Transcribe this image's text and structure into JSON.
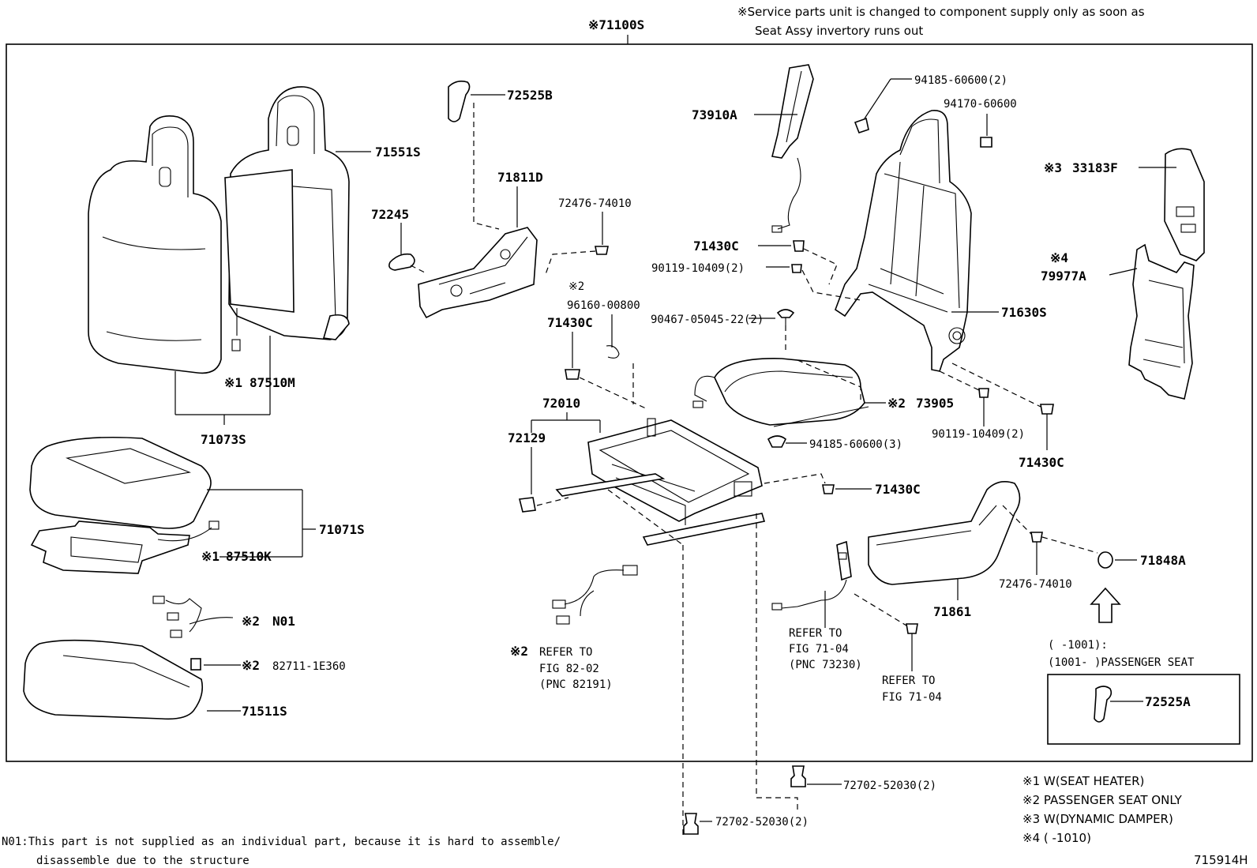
{
  "service_note": {
    "line1": "※Service parts unit is changed to component supply only as soon as",
    "line2": "Seat Assy invertory runs out"
  },
  "assembly_label": "※71100S",
  "parts": {
    "p72525B": "72525B",
    "p71551S": "71551S",
    "p71811D": "71811D",
    "p72476_74010_top": "72476-74010",
    "p72245": "72245",
    "p73910A": "73910A",
    "p94185_60600_2": "94185-60600(2)",
    "p94170_60600": "94170-60600",
    "p33183F_mark": "※3",
    "p33183F": "33183F",
    "p79977A_mark": "※4",
    "p79977A": "79977A",
    "p71430C_a": "71430C",
    "p90119_10409_a": "90119-10409(2)",
    "p71630S": "71630S",
    "mark2_a": "※2",
    "p96160_00800": "96160-00800",
    "p71430C_b": "71430C",
    "p90467": "90467-05045-22(2)",
    "p87510M_mark": "※1",
    "p87510M": "87510M",
    "p73905_mark": "※2",
    "p73905": "73905",
    "p90119_10409_b": "90119-10409(2)",
    "p72010": "72010",
    "p71073S": "71073S",
    "p72129": "72129",
    "p94185_60600_3": "94185-60600(3)",
    "p71430C_c": "71430C",
    "p71430C_d": "71430C",
    "p71071S": "71071S",
    "p87510K_mark": "※1",
    "p87510K": "87510K",
    "p71848A": "71848A",
    "p72476_74010_bot": "72476-74010",
    "p71861": "71861",
    "pN01_mark": "※2",
    "pN01": "N01",
    "p82711_mark": "※2",
    "p82711": "82711-1E360",
    "p71511S": "71511S",
    "p72525A": "72525A",
    "p72702_a": "72702-52030(2)",
    "p72702_b": "72702-52030(2)"
  },
  "refers": {
    "r1_mark": "※2",
    "r1_l1": "REFER TO",
    "r1_l2": "FIG 82-02",
    "r1_l3": "(PNC 82191)",
    "r2_l1": "REFER TO",
    "r2_l2": "FIG 71-04",
    "r2_l3": "(PNC 73230)",
    "r3_l1": "REFER TO",
    "r3_l2": "FIG 71-04"
  },
  "range_note": {
    "line1": "(      -1001):",
    "line2": "(1001-      )PASSENGER SEAT"
  },
  "legend": [
    "※1 W(SEAT HEATER)",
    "※2 PASSENGER SEAT ONLY",
    "※3 W(DYNAMIC DAMPER)",
    "※4 (      -1010)"
  ],
  "footnote": {
    "line1": "N01:This part is not supplied as an individual part,  because it is hard to assemble/",
    "line2": "disassemble due to the structure"
  },
  "figure_code": "715914H"
}
